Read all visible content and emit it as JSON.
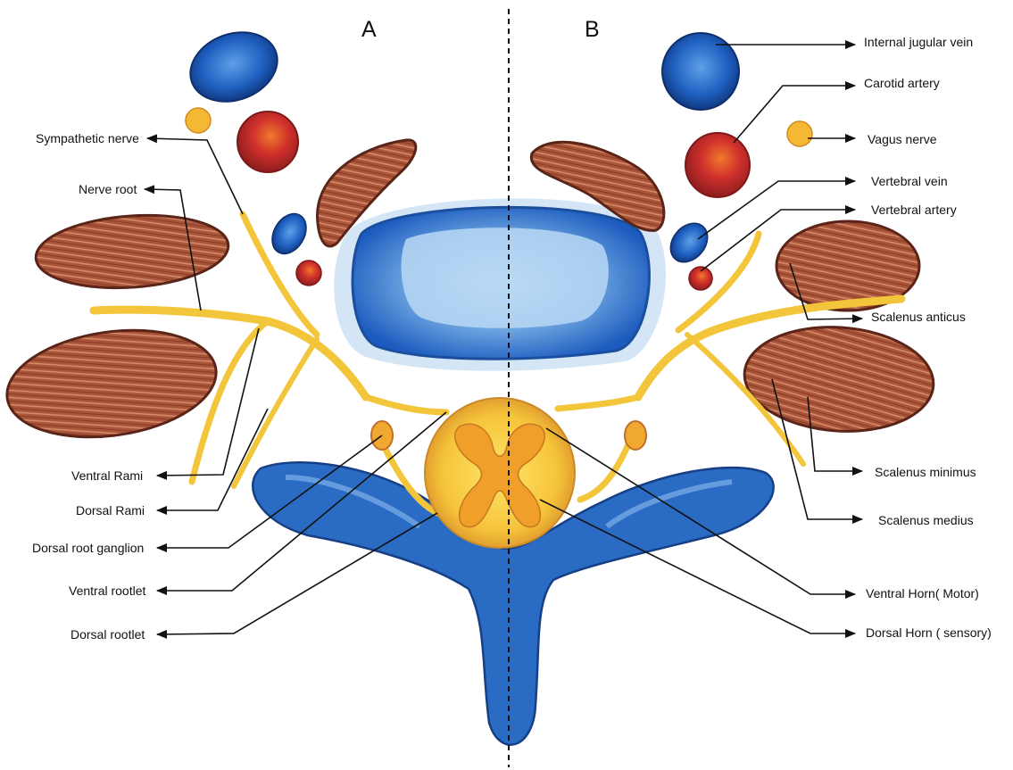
{
  "panels": {
    "left": "A",
    "right": "B"
  },
  "labels_left": {
    "sympathetic_nerve": "Sympathetic nerve",
    "nerve_root": "Nerve root",
    "ventral_rami": "Ventral Rami",
    "dorsal_rami": "Dorsal Rami",
    "dorsal_root_ganglion": "Dorsal root ganglion",
    "ventral_rootlet": "Ventral rootlet",
    "dorsal_rootlet": "Dorsal rootlet"
  },
  "labels_right": {
    "internal_jugular_vein": "Internal jugular vein",
    "carotid_artery": "Carotid artery",
    "vagus_nerve": "Vagus nerve",
    "vertebral_vein": "Vertebral vein",
    "vertebral_artery": "Vertebral artery",
    "scalenus_anticus": "Scalenus anticus",
    "scalenus_minimus": "Scalenus minimus",
    "scalenus_medius": "Scalenus medius",
    "ventral_horn": "Ventral Horn( Motor)",
    "dorsal_horn": "Dorsal Horn ( sensory)"
  },
  "colors": {
    "vein_blue": "#1f63b8",
    "artery_red": "#c0262a",
    "muscle_brown": "#a14a32",
    "nerve_yellow": "#f2c53a",
    "cord_orange": "#f0a830",
    "vertebra_blue": "#2a6cc4"
  }
}
